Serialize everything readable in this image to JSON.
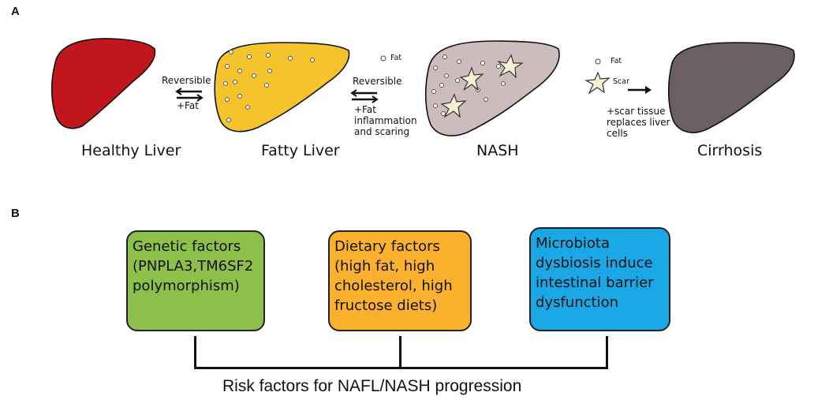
{
  "panel_a": {
    "label": "A",
    "stages": [
      {
        "name": "Healthy Liver",
        "color": "#c0161c"
      },
      {
        "name": "Fatty Liver",
        "color": "#f5c42c"
      },
      {
        "name": "NASH",
        "color": "#cdbcbd"
      },
      {
        "name": "Cirrhosis",
        "color": "#6b5f63"
      }
    ],
    "transition1": {
      "top": "Reversible",
      "bottom": "+Fat"
    },
    "transition2": {
      "top": "Reversible",
      "bottom_lines": [
        "+Fat",
        "inflammation",
        "and scaring"
      ],
      "legend_fat": "Fat"
    },
    "transition3": {
      "legend_fat": "Fat",
      "legend_scar": "Scar",
      "lines": [
        "+scar tissue",
        "replaces liver",
        "cells"
      ]
    }
  },
  "panel_b": {
    "label": "B",
    "boxes": [
      {
        "lines": [
          "Genetic factors",
          "(PNPLA3,TM6SF2",
          "polymorphism)"
        ],
        "color": "#8dc04b"
      },
      {
        "lines": [
          "Dietary factors",
          "(high fat, high",
          "cholesterol, high",
          "fructose diets)"
        ],
        "color": "#fbb02e"
      },
      {
        "lines": [
          "Microbiota",
          "dysbiosis induce",
          "intestinal barrier",
          "dysfunction"
        ],
        "color": "#1aa7e6"
      }
    ],
    "footer": "Risk factors for NAFL/NASH progression"
  }
}
